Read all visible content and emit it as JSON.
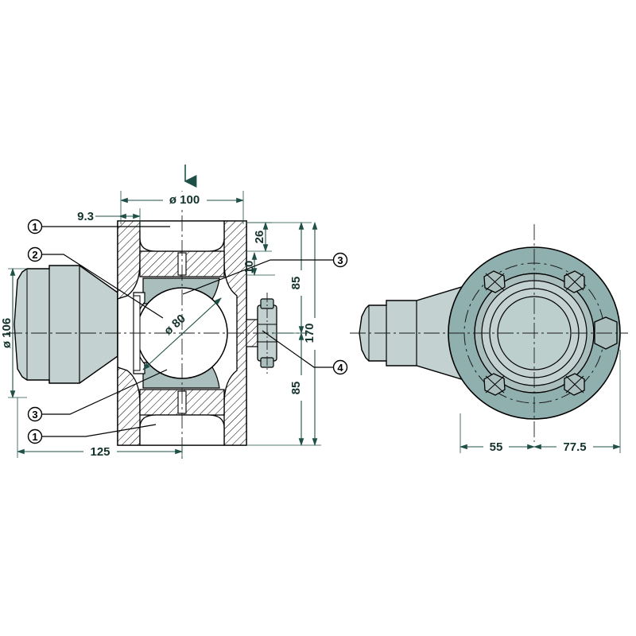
{
  "drawing": {
    "title": "Sectional assembly drawing of flanged ball valve body",
    "type": "engineering-technical-drawing",
    "background_color": "#ffffff",
    "colors": {
      "outline": "#000000",
      "dimension_line": "#1f5048",
      "dimension_text": "#13332c",
      "body_fill_light": "#c3d2d0",
      "body_fill_mid": "#aabfbd",
      "flange_fill": "#8fb0ae",
      "cut_fill": "#ffffff",
      "hatch_stroke": "#000000",
      "centerline": "#1a1a1a"
    },
    "views": [
      {
        "name": "section-view-left",
        "label": ""
      },
      {
        "name": "end-view-right",
        "label": ""
      }
    ]
  },
  "dimensions": {
    "left_view": [
      {
        "id": "dim-dia-100",
        "value": "ø 100",
        "orientation": "horizontal",
        "position": "top"
      },
      {
        "id": "dim-9-3",
        "value": "9.3",
        "orientation": "horizontal",
        "position": "top-left"
      },
      {
        "id": "dim-dia-106",
        "value": "ø 106",
        "orientation": "vertical",
        "position": "far-left"
      },
      {
        "id": "dim-dia-80",
        "value": "ø 80",
        "orientation": "diagonal",
        "position": "center-bore"
      },
      {
        "id": "dim-26",
        "value": "26",
        "orientation": "vertical",
        "position": "right-inner"
      },
      {
        "id": "dim-10",
        "value": "10",
        "orientation": "vertical",
        "position": "right-inner"
      },
      {
        "id": "dim-85-upper",
        "value": "85",
        "orientation": "vertical",
        "position": "right-middle"
      },
      {
        "id": "dim-170",
        "value": "170",
        "orientation": "vertical",
        "position": "right-outer"
      },
      {
        "id": "dim-85-lower",
        "value": "85",
        "orientation": "vertical",
        "position": "right-middle"
      },
      {
        "id": "dim-125",
        "value": "125",
        "orientation": "horizontal",
        "position": "bottom"
      }
    ],
    "right_view": [
      {
        "id": "dim-55",
        "value": "55",
        "orientation": "horizontal",
        "position": "bottom-left"
      },
      {
        "id": "dim-77-5",
        "value": "77.5",
        "orientation": "horizontal",
        "position": "bottom-right"
      }
    ]
  },
  "callouts": [
    {
      "id": "callout-1-top",
      "number": "1",
      "view": "left",
      "target": "upper-cavity"
    },
    {
      "id": "callout-2",
      "number": "2",
      "view": "left",
      "target": "cone-actuator-body"
    },
    {
      "id": "callout-3-right",
      "number": "3",
      "view": "left",
      "target": "upper-seat-ring"
    },
    {
      "id": "callout-4",
      "number": "4",
      "view": "left",
      "target": "side-nipple-fitting"
    },
    {
      "id": "callout-3-left",
      "number": "3",
      "view": "left",
      "target": "lower-seat-ring"
    },
    {
      "id": "callout-1-bottom",
      "number": "1",
      "view": "left",
      "target": "lower-cavity"
    }
  ],
  "annotations": {
    "top_arrow": {
      "id": "flow-direction-arrow",
      "direction": "down"
    }
  }
}
